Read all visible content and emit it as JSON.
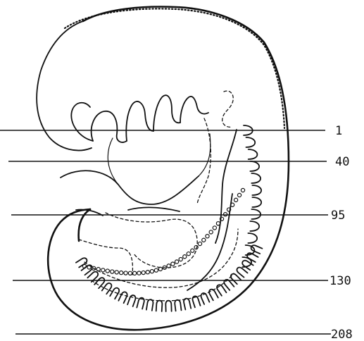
{
  "figure": {
    "section_lines": [
      {
        "label": "1"
      },
      {
        "label": "40"
      },
      {
        "label": "95"
      },
      {
        "label": "130"
      },
      {
        "label": "208"
      }
    ]
  }
}
